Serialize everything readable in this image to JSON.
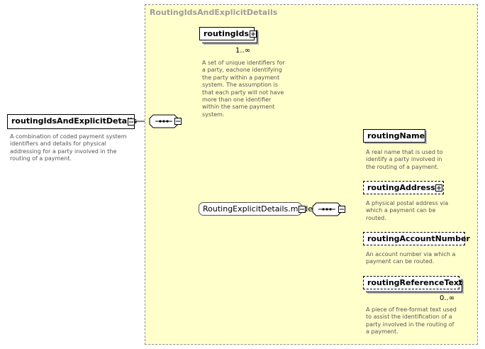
{
  "group": {
    "title": "RoutingIdsAndExplicitDetails"
  },
  "root": {
    "name": "routingIdsAndExplicitDetails",
    "description": "A combination of coded payment system\nidentifiers and details for physical\naddressing for a party involved in the\nrouting of a payment."
  },
  "routing_ids": {
    "name": "routingIds",
    "cardinality": "1..∞",
    "description": "A set of unique identifiers for\na party, eachone identifying\nthe party within a payment\nsystem. The assumption is\nthat each party will not have\nmore than one identifier\nwithin the same payment\nsystem."
  },
  "model_group": {
    "name": "RoutingExplicitDetails.model"
  },
  "elements": [
    {
      "name": "routingName",
      "description": "A real name that is used to\nidentify a party involved in\nthe routing of a payment."
    },
    {
      "name": "routingAddress",
      "description": "A physical postal address via\nwhich a payment can be\nrouted."
    },
    {
      "name": "routingAccountNumber",
      "description": "An account number via which a\npayment can be routed."
    },
    {
      "name": "routingReferenceText",
      "cardinality": "0..∞",
      "description": "A piece of free-format text used\nto assist the identification of a\nparty involved in the routing of\na payment."
    }
  ]
}
